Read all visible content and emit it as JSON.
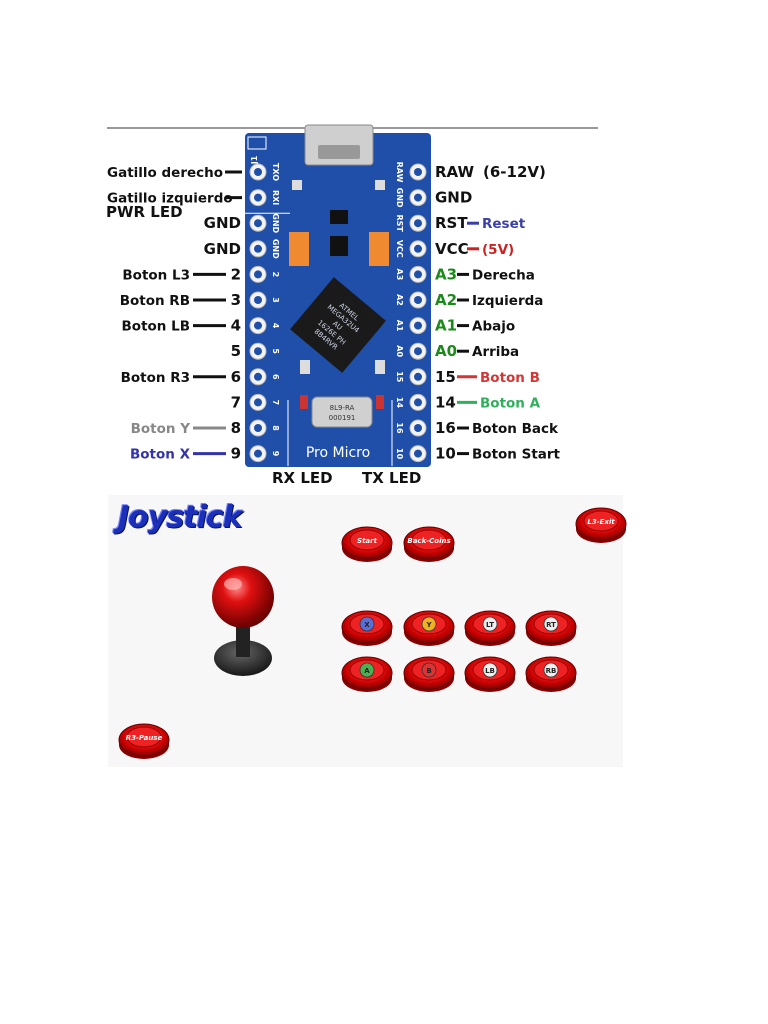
{
  "board": {
    "name": "Pro Micro",
    "chip_text": [
      "ATMEL",
      "MEGA32U4",
      "AU",
      "1626E PH",
      "8B4RVR"
    ],
    "crystal_text": [
      "8L9-RA",
      "000191"
    ],
    "silk_j1": "J1",
    "left_silk": [
      "TXO",
      "RXI",
      "GND",
      "GND",
      "2",
      "3",
      "4",
      "5",
      "6",
      "7",
      "8",
      "9"
    ],
    "right_silk": [
      "RAW",
      "GND",
      "RST",
      "VCC",
      "A3",
      "A2",
      "A1",
      "A0",
      "15",
      "14",
      "16",
      "10"
    ]
  },
  "left_labels": [
    {
      "text": "Gatillo derecho",
      "pin": ""
    },
    {
      "text": "Gatillo izquierdo",
      "pin": ""
    },
    {
      "text": "",
      "pin": "GND",
      "extra": "PWR LED"
    },
    {
      "text": "",
      "pin": "GND"
    },
    {
      "text": "Boton L3",
      "pin": "2"
    },
    {
      "text": "Boton RB",
      "pin": "3"
    },
    {
      "text": "Boton LB",
      "pin": "4"
    },
    {
      "text": "",
      "pin": "5"
    },
    {
      "text": "Boton R3",
      "pin": "6"
    },
    {
      "text": "",
      "pin": "7"
    },
    {
      "text": "Boton Y",
      "pin": "8"
    },
    {
      "text": "Boton X",
      "pin": "9"
    }
  ],
  "right_labels": [
    {
      "pin": "RAW",
      "text": "(6-12V)"
    },
    {
      "pin": "GND",
      "text": ""
    },
    {
      "pin": "RST",
      "text": "Reset"
    },
    {
      "pin": "VCC",
      "text": "(5V)"
    },
    {
      "pin": "A3",
      "text": "Derecha"
    },
    {
      "pin": "A2",
      "text": "Izquierda"
    },
    {
      "pin": "A1",
      "text": "Abajo"
    },
    {
      "pin": "A0",
      "text": "Arriba"
    },
    {
      "pin": "15",
      "text": "Boton B"
    },
    {
      "pin": "14",
      "text": "Boton A"
    },
    {
      "pin": "16",
      "text": "Boton Back"
    },
    {
      "pin": "10",
      "text": "Boton Start"
    }
  ],
  "bottom_labels": {
    "rx_led": "RX LED",
    "tx_led": "TX LED"
  },
  "colors": {
    "board_blue": "#1f4fa8",
    "pcb_dark": "#153a82",
    "reset_blue": "#3b3fa8",
    "vcc_red": "#cc2222",
    "analog_green": "#1b8a1b",
    "boton_b_red": "#d43535",
    "boton_a_green": "#2fb05a",
    "boton_y_grey": "#888888",
    "boton_x_blue": "#3333aa",
    "arcade_red": "#d01818"
  },
  "joystick": {
    "title": "Joystick",
    "buttons_top": [
      "Start",
      "Back-Coins"
    ],
    "exit_button": "L3-Exit",
    "face_row1": [
      "X",
      "Y",
      "LT",
      "RT"
    ],
    "face_row2": [
      "A",
      "B",
      "LB",
      "RB"
    ],
    "pause_button": "R3-Pause"
  }
}
